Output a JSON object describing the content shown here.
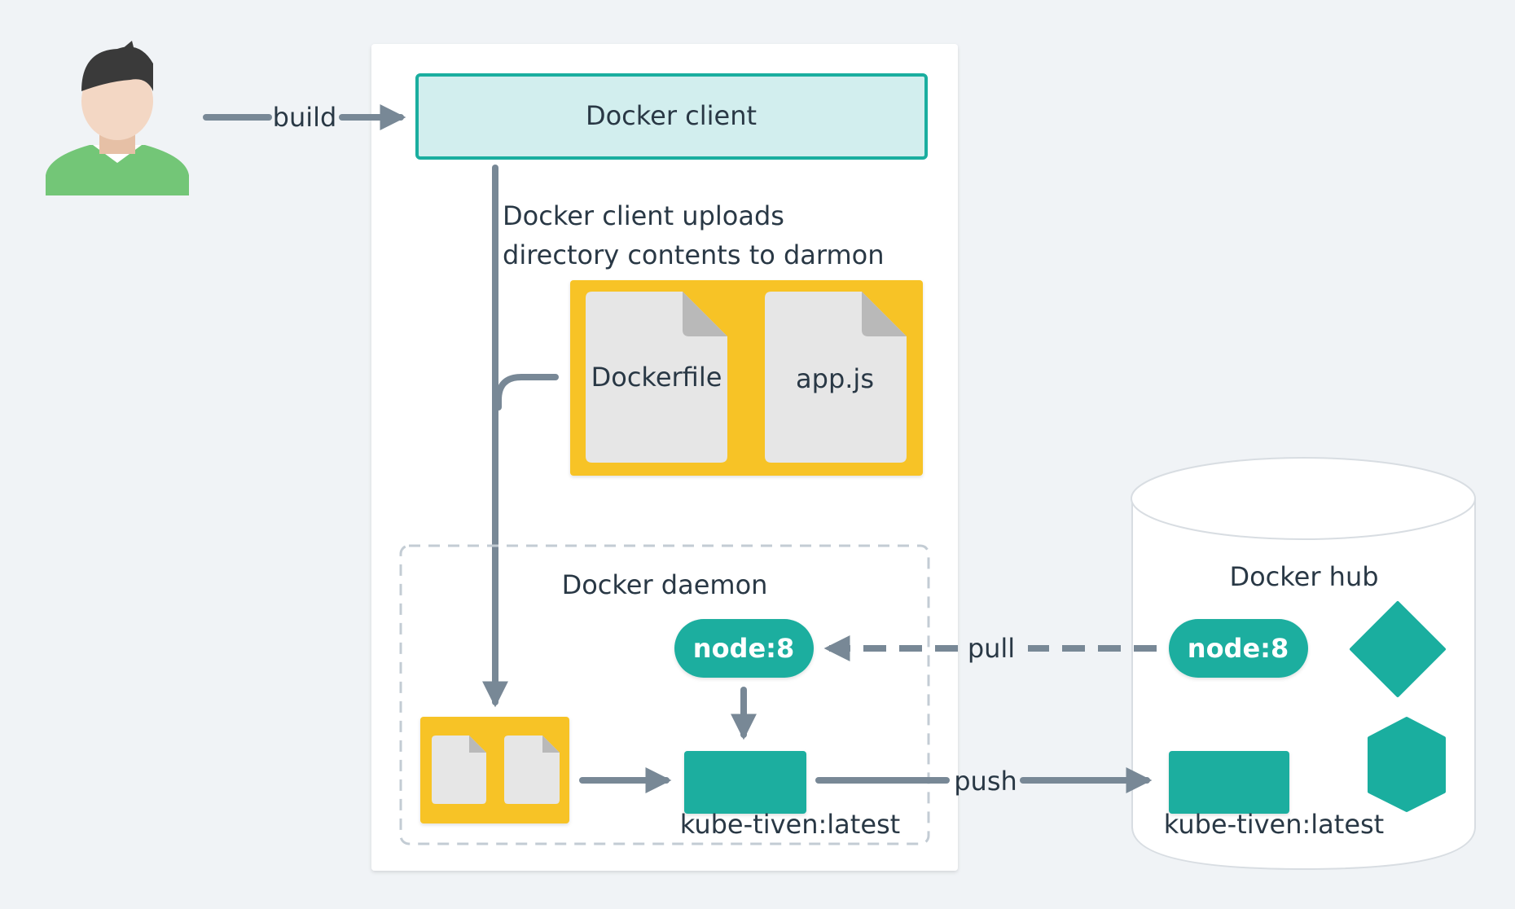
{
  "labels": {
    "build": "build",
    "docker_client": "Docker client",
    "upload_line1": "Docker client uploads",
    "upload_line2": "directory contents to darmon",
    "dockerfile": "Dockerfile",
    "appjs": "app.js",
    "docker_daemon": "Docker daemon",
    "docker_hub": "Docker hub",
    "pull": "pull",
    "push": "push",
    "node_daemon": "node:8",
    "node_hub": "node:8",
    "image_daemon": "kube-tiven:latest",
    "image_hub": "kube-tiven:latest"
  },
  "colors": {
    "background": "#f0f3f6",
    "panel": "#ffffff",
    "teal": "#1aae9f",
    "client_fill": "#d2eeee",
    "yellow": "#f7c325",
    "file": "#e6e6e6",
    "file_fold": "#b9b9b9",
    "arrow": "#788896",
    "text": "#293845",
    "person_hair": "#3a3a3a",
    "person_skin": "#f3d7c4",
    "person_shirt": "#73c677"
  },
  "icons": {
    "user": "user-avatar-icon",
    "document": "document-icon",
    "database": "database-cylinder-icon",
    "diamond": "diamond-shape-icon",
    "hexagon": "hexagon-shape-icon"
  }
}
